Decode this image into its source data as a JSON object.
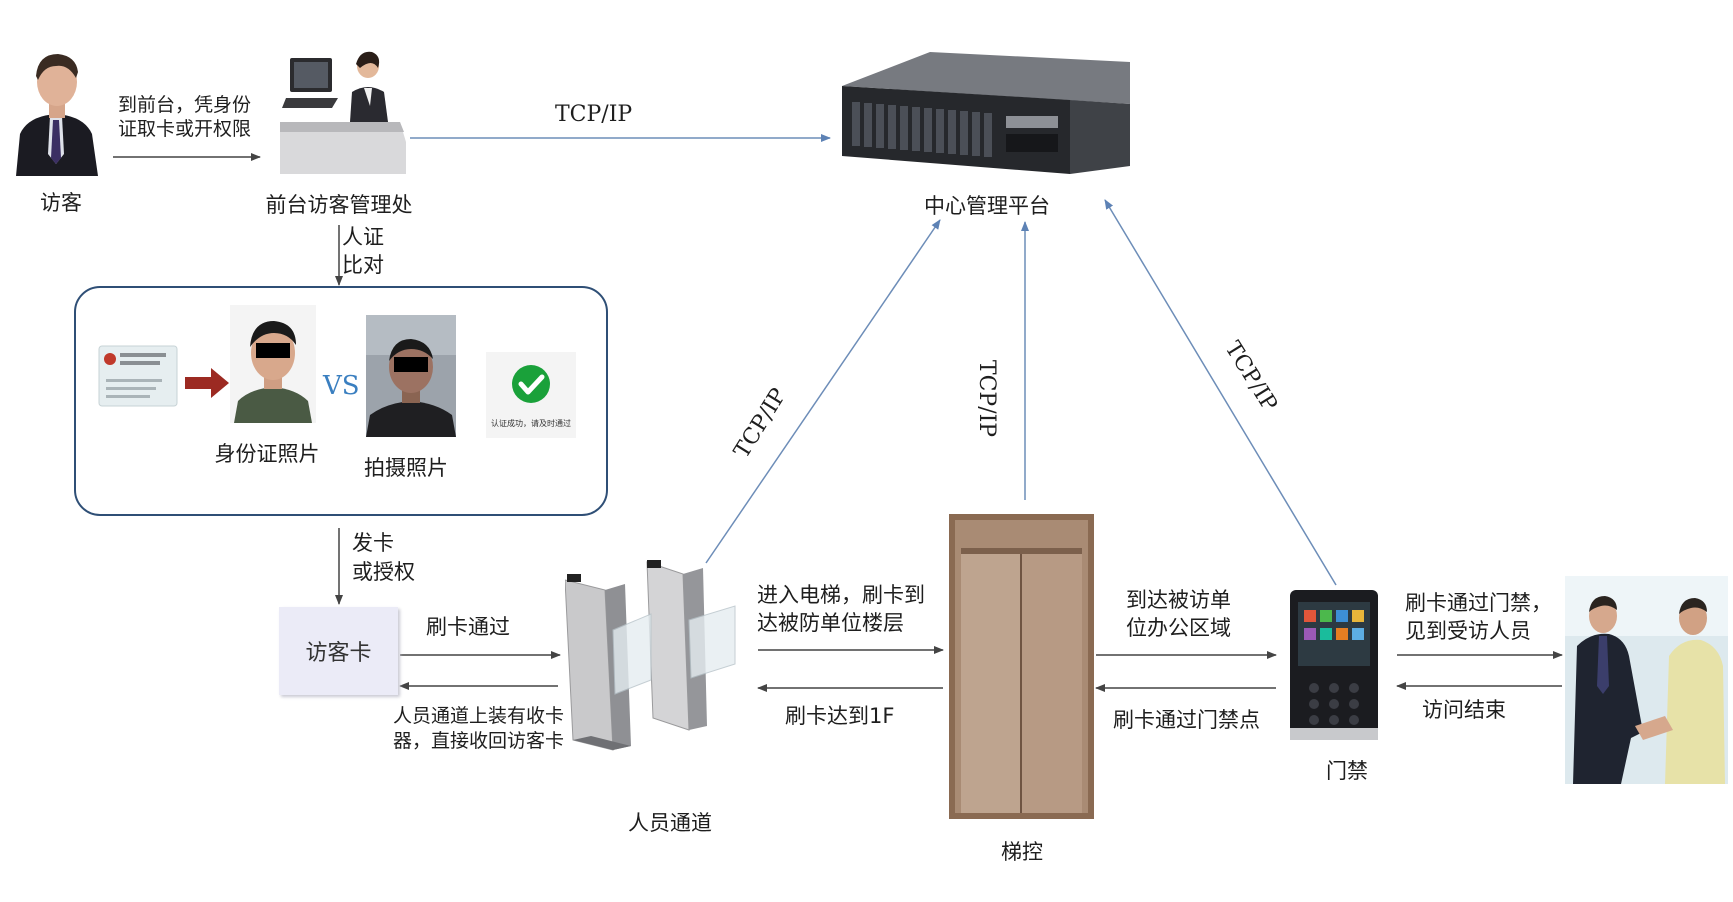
{
  "nodes": {
    "visitor": "访客",
    "front_desk": "前台访客管理处",
    "center_platform": "中心管理平台",
    "id_photo": "身份证照片",
    "captured_photo": "拍摄照片",
    "visitor_card": "访客卡",
    "personnel_passage": "人员通道",
    "elevator_control": "梯控",
    "access_control": "门禁"
  },
  "labels": {
    "to_front_desk_1": "到前台，凭身份",
    "to_front_desk_2": "证取卡或开权限",
    "tcpip_top": "TCP/IP",
    "person_id_compare_1": "人证",
    "person_id_compare_2": "比对",
    "vs": "VS",
    "issue_card_1": "发卡",
    "issue_card_2": "或授权",
    "swipe_pass": "刷卡通过",
    "card_recycle_1": "人员通道上装有收卡",
    "card_recycle_2": "器，直接收回访客卡",
    "enter_elevator_1": "进入电梯，刷卡到",
    "enter_elevator_2": "达被防单位楼层",
    "swipe_to_1f": "刷卡达到1F",
    "arrive_office_1": "到达被访单",
    "arrive_office_2": "位办公区域",
    "swipe_access_point": "刷卡通过门禁点",
    "meet_host_1": "刷卡通过门禁，",
    "meet_host_2": "见到受访人员",
    "visit_end": "访问结束",
    "tcpip_left": "TCP/IP",
    "tcpip_mid": "TCP/IP",
    "tcpip_right": "TCP/IP",
    "verify_success": "认证成功，请及时通过"
  },
  "icons": [
    "visitor-person-image",
    "receptionist-desk-image",
    "server-image",
    "id-card-image",
    "red-arrow-icon",
    "id-photo-face-image",
    "captured-face-image",
    "checkmark-icon",
    "turnstile-gate-image",
    "elevator-door-image",
    "access-terminal-image",
    "handshake-image"
  ],
  "colors": {
    "arrow": "#4a4a4a",
    "tcp_arrow": "#6d8db8",
    "box_border": "#2f4f76",
    "vs": "#3a7fc0",
    "check": "#1aa13a",
    "red_arrow": "#9c2a22"
  }
}
